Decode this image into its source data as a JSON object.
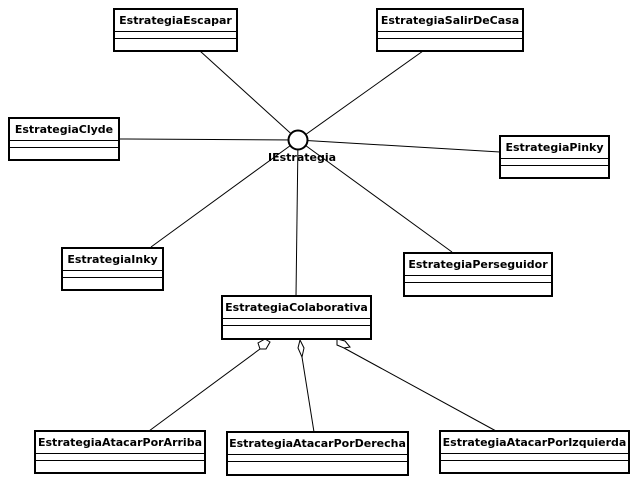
{
  "interface": {
    "name": "IEstrategia"
  },
  "classes": {
    "escapar": "EstrategiaEscapar",
    "salir": "EstrategiaSalirDeCasa",
    "clyde": "EstrategiaClyde",
    "pinky": "EstrategiaPinky",
    "inky": "EstrategiaInky",
    "perseguidor": "EstrategiaPerseguidor",
    "colaborativa": "EstrategiaColaborativa",
    "arriba": "EstrategiaAtacarPorArriba",
    "derecha": "EstrategiaAtacarPorDerecha",
    "izquierda": "EstrategiaAtacarPorIzquierda"
  },
  "colors": {
    "line": "#000000",
    "fill": "#ffffff"
  }
}
